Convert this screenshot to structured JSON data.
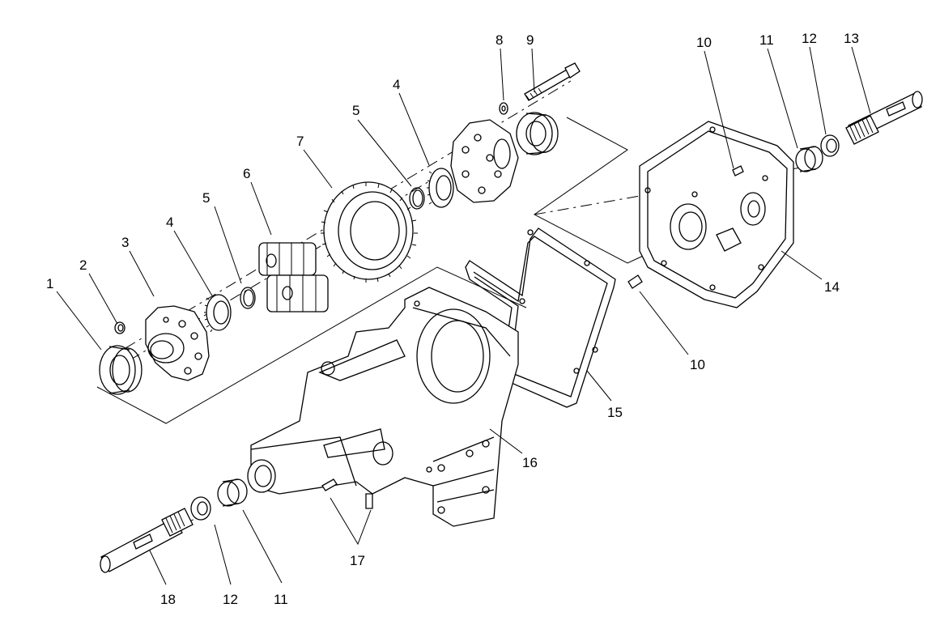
{
  "diagram": {
    "callouts": [
      {
        "id": "c1",
        "label": "1"
      },
      {
        "id": "c2",
        "label": "2"
      },
      {
        "id": "c3",
        "label": "3"
      },
      {
        "id": "c4a",
        "label": "4"
      },
      {
        "id": "c5a",
        "label": "5"
      },
      {
        "id": "c6",
        "label": "6"
      },
      {
        "id": "c7",
        "label": "7"
      },
      {
        "id": "c5b",
        "label": "5"
      },
      {
        "id": "c4b",
        "label": "4"
      },
      {
        "id": "c8",
        "label": "8"
      },
      {
        "id": "c9",
        "label": "9"
      },
      {
        "id": "c10a",
        "label": "10"
      },
      {
        "id": "c11a",
        "label": "11"
      },
      {
        "id": "c12a",
        "label": "12"
      },
      {
        "id": "c13",
        "label": "13"
      },
      {
        "id": "c14",
        "label": "14"
      },
      {
        "id": "c10b",
        "label": "10"
      },
      {
        "id": "c15",
        "label": "15"
      },
      {
        "id": "c16",
        "label": "16"
      },
      {
        "id": "c17",
        "label": "17"
      },
      {
        "id": "c11b",
        "label": "11"
      },
      {
        "id": "c12b",
        "label": "12"
      },
      {
        "id": "c18",
        "label": "18"
      }
    ]
  }
}
